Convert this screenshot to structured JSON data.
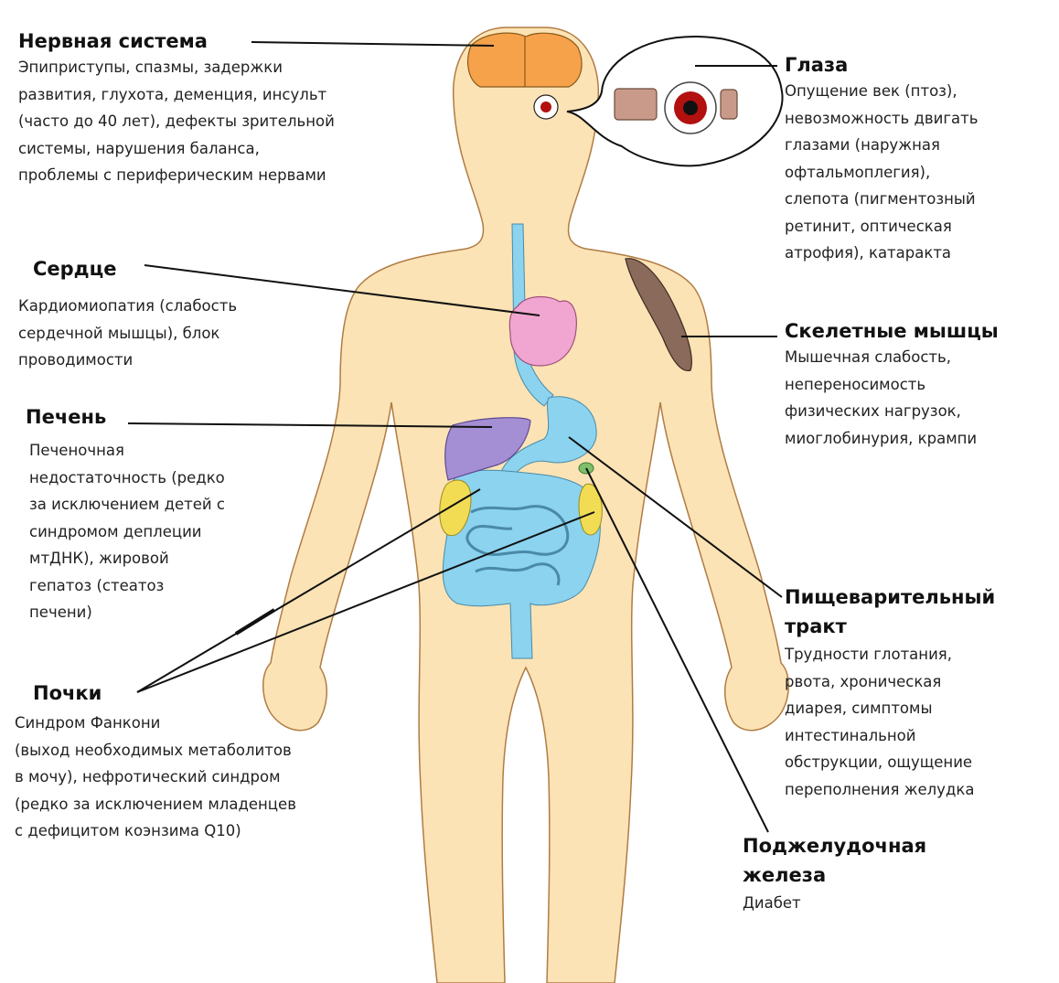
{
  "labels": {
    "nervous": {
      "title": "Нервная система",
      "text": "Эпиприступы, спазмы, задержки\nразвития, глухота, деменция, инсульт\n(часто до 40 лет), дефекты зрительной\nсистемы, нарушения баланса,\nпроблемы с периферическим нервами"
    },
    "eyes": {
      "title": "Глаза",
      "text": "Опущение век (птоз),\nневозможность двигать\nглазами (наружная\nофтальмоплегия),\nслепота (пигментозный\nретинит, оптическая\nатрофия), катаракта"
    },
    "heart": {
      "title": "Сердце",
      "text": "Кардиомиопатия (слабость\nсердечной мышцы), блок\nпроводимости"
    },
    "muscles": {
      "title": "Скелетные мышцы",
      "text": "Мышечная слабость,\nнепереносимость\nфизических нагрузок,\nмиоглобинурия, крампи"
    },
    "liver": {
      "title": "Печень",
      "text": "Печеночная\nнедостаточность (редко\nза исключением детей с\nсиндромом деплеции\nмтДНК), жировой\nгепатоз (стеатоз\nпечени)"
    },
    "digestive": {
      "title": "Пищеварительный\nтракт",
      "text": "Трудности глотания,\nрвота, хроническая\nдиарея, симптомы\nинтестинальной\nобструкции, ощущение\nпереполнения желудка"
    },
    "kidneys": {
      "title": "Почки",
      "text": " Синдром Фанкони\n(выход необходимых метаболитов\nв мочу), нефротический синдром\n(редко за исключением младенцев\nс дефицитом коэнзима Q10)"
    },
    "pancreas": {
      "title": "Поджелудочная\nжелеза",
      "text": "Диабет"
    }
  },
  "colors": {
    "skin": "#fbe3b5",
    "skin_outline": "#b07c43",
    "brain": "#f6a24b",
    "heart": "#f0a6d0",
    "liver": "#a48ed4",
    "gut": "#8bd3ef",
    "kidney": "#f2dc54",
    "iris": "#b31010",
    "muscle": "#8a6a5a",
    "leader": "#111111"
  }
}
